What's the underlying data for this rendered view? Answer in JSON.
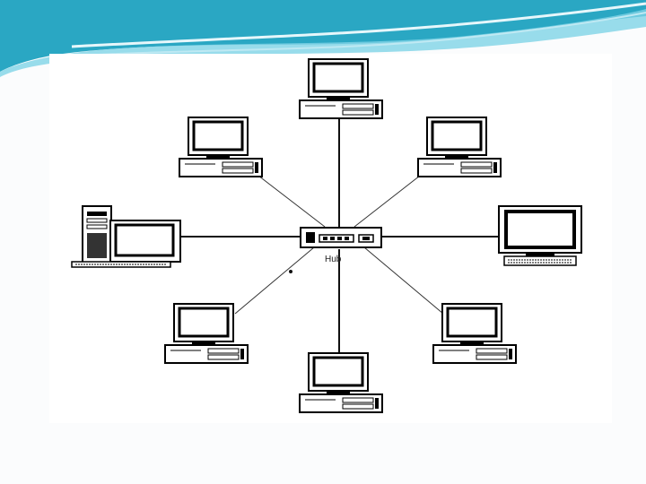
{
  "slide": {
    "banner_colors": [
      "#2aa7c3",
      "#7fd3e6",
      "#bfe9f3"
    ],
    "background": "#fbfcfd"
  },
  "diagram": {
    "topology": "star",
    "hub": {
      "label": "Hub",
      "icon": "hub-icon"
    },
    "nodes": [
      {
        "id": "pc-top",
        "icon": "desktop-computer-icon"
      },
      {
        "id": "pc-upper-right",
        "icon": "desktop-computer-icon"
      },
      {
        "id": "pc-right",
        "icon": "monitor-keyboard-icon"
      },
      {
        "id": "pc-lower-right",
        "icon": "desktop-computer-icon"
      },
      {
        "id": "pc-bottom",
        "icon": "desktop-computer-icon"
      },
      {
        "id": "pc-lower-left",
        "icon": "desktop-computer-icon"
      },
      {
        "id": "pc-left",
        "icon": "tower-workstation-icon"
      },
      {
        "id": "pc-upper-left",
        "icon": "desktop-computer-icon"
      }
    ]
  }
}
